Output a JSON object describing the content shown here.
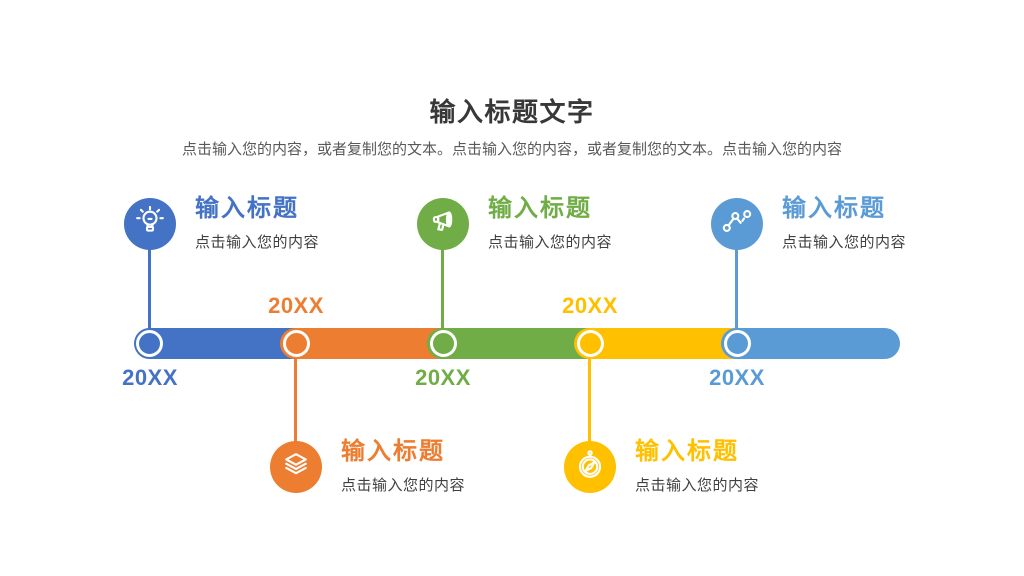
{
  "slide": {
    "title": "输入标题文字",
    "subtitle": "点击输入您的内容，或者复制您的文本。点击输入您的内容，或者复制您的文本。点击输入您的内容"
  },
  "palette": {
    "blue": "#4472C4",
    "orange": "#ED7D31",
    "green": "#70AD47",
    "yellow": "#FFC000",
    "light_blue": "#5B9BD5",
    "title_text": "#383838",
    "subtitle_text": "#595959",
    "desc_text": "#404040"
  },
  "timeline": {
    "items": [
      {
        "year": "20XX",
        "title": "输入标题",
        "desc": "点击输入您的内容",
        "color": "#4472C4",
        "icon": "lightbulb-icon",
        "side": "top",
        "year_side": "below"
      },
      {
        "year": "20XX",
        "title": "输入标题",
        "desc": "点击输入您的内容",
        "color": "#ED7D31",
        "icon": "layers-icon",
        "side": "bottom",
        "year_side": "above"
      },
      {
        "year": "20XX",
        "title": "输入标题",
        "desc": "点击输入您的内容",
        "color": "#70AD47",
        "icon": "megaphone-icon",
        "side": "top",
        "year_side": "below"
      },
      {
        "year": "20XX",
        "title": "输入标题",
        "desc": "点击输入您的内容",
        "color": "#FFC000",
        "icon": "compass-icon",
        "side": "bottom",
        "year_side": "above"
      },
      {
        "year": "20XX",
        "title": "输入标题",
        "desc": "点击输入您的内容",
        "color": "#5B9BD5",
        "icon": "line-chart-icon",
        "side": "top",
        "year_side": "below"
      }
    ]
  }
}
